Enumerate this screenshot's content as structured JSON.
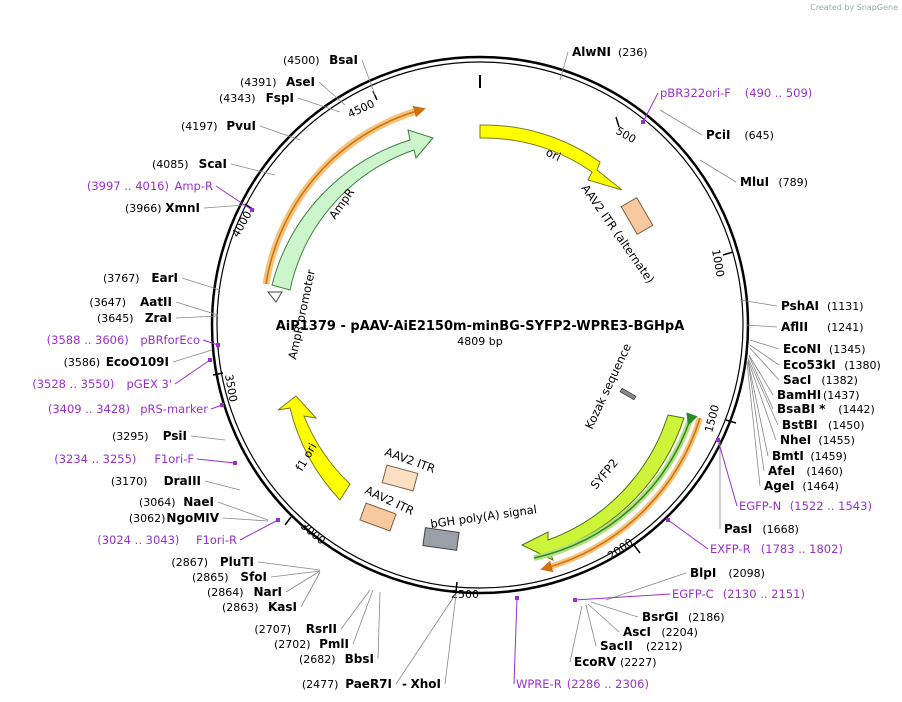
{
  "credit": "Created by SnapGene",
  "plasmid": {
    "name": "AiP1379 - pAAV-AiE2150m-minBG-SYFP2-WPRE3-BGHpA",
    "length": "4809 bp"
  },
  "ticks": [
    "500",
    "1000",
    "1500",
    "2000",
    "2500",
    "3000",
    "3500",
    "4000",
    "4500"
  ],
  "features": {
    "ori": "ori",
    "itr_alt": "AAV2 ITR (alternate)",
    "ampr": "AmpR",
    "amp_promoter": "AmpR promoter",
    "kozak": "Kozak sequence",
    "syfp2": "SYFP2",
    "f1ori": "f1 ori",
    "itr1": "AAV2 ITR",
    "itr2": "AAV2 ITR",
    "bgh": "bGH poly(A) signal"
  },
  "sites_right": [
    {
      "name": "AlwNI",
      "pos": "(236)"
    },
    {
      "name": "PciI",
      "pos": "(645)"
    },
    {
      "name": "MluI",
      "pos": "(789)"
    },
    {
      "name": "PshAI",
      "pos": "(1131)"
    },
    {
      "name": "AflII",
      "pos": "(1241)"
    },
    {
      "name": "EcoNI",
      "pos": "(1345)"
    },
    {
      "name": "Eco53kI",
      "pos": "(1380)"
    },
    {
      "name": "SacI",
      "pos": "(1382)"
    },
    {
      "name": "BamHI",
      "pos": "(1437)"
    },
    {
      "name": "BsaBI *",
      "pos": "(1442)"
    },
    {
      "name": "BstBI",
      "pos": "(1450)"
    },
    {
      "name": "NheI",
      "pos": "(1455)"
    },
    {
      "name": "BmtI",
      "pos": "(1459)"
    },
    {
      "name": "AfeI",
      "pos": "(1460)"
    },
    {
      "name": "AgeI",
      "pos": "(1464)"
    },
    {
      "name": "PasI",
      "pos": "(1668)"
    },
    {
      "name": "BlpI",
      "pos": "(2098)"
    },
    {
      "name": "BsrGI",
      "pos": "(2186)"
    },
    {
      "name": "AscI",
      "pos": "(2204)"
    },
    {
      "name": "SacII",
      "pos": "(2212)"
    },
    {
      "name": "EcoRV",
      "pos": "(2227)"
    }
  ],
  "sites_left": [
    {
      "name": "BsaI",
      "pos": "(4500)"
    },
    {
      "name": "AseI",
      "pos": "(4391)"
    },
    {
      "name": "FspI",
      "pos": "(4343)"
    },
    {
      "name": "PvuI",
      "pos": "(4197)"
    },
    {
      "name": "ScaI",
      "pos": "(4085)"
    },
    {
      "name": "XmnI",
      "pos": "(3966)"
    },
    {
      "name": "EarI",
      "pos": "(3767)"
    },
    {
      "name": "AatII",
      "pos": "(3647)"
    },
    {
      "name": "ZraI",
      "pos": "(3645)"
    },
    {
      "name": "EcoO109I",
      "pos": "(3586)"
    },
    {
      "name": "PsiI",
      "pos": "(3295)"
    },
    {
      "name": "DraIII",
      "pos": "(3170)"
    },
    {
      "name": "NaeI",
      "pos": "(3064)"
    },
    {
      "name": "NgoMIV",
      "pos": "(3062)"
    },
    {
      "name": "PluTI",
      "pos": "(2867)"
    },
    {
      "name": "SfoI",
      "pos": "(2865)"
    },
    {
      "name": "NarI",
      "pos": "(2864)"
    },
    {
      "name": "KasI",
      "pos": "(2863)"
    },
    {
      "name": "RsrII",
      "pos": "(2707)"
    },
    {
      "name": "PmlI",
      "pos": "(2702)"
    },
    {
      "name": "BbsI",
      "pos": "(2682)"
    },
    {
      "name": "PaeR7I",
      "pos": "(2477)"
    },
    {
      "name": "XhoI",
      "pos": ""
    }
  ],
  "primers_right": [
    {
      "name": "pBR322ori-F",
      "range": "(490 .. 509)"
    },
    {
      "name": "EGFP-N",
      "range": "(1522 .. 1543)"
    },
    {
      "name": "EXFP-R",
      "range": "(1783 .. 1802)"
    },
    {
      "name": "EGFP-C",
      "range": "(2130 .. 2151)"
    },
    {
      "name": "WPRE-R",
      "range": "(2286 .. 2306)"
    }
  ],
  "primers_left": [
    {
      "name": "Amp-R",
      "range": "(3997 .. 4016)"
    },
    {
      "name": "pBRforEco",
      "range": "(3588 .. 3606)"
    },
    {
      "name": "pGEX 3'",
      "range": "(3528 .. 3550)"
    },
    {
      "name": "pRS-marker",
      "range": "(3409 .. 3428)"
    },
    {
      "name": "F1ori-F",
      "range": "(3234 .. 3255)"
    },
    {
      "name": "F1ori-R",
      "range": "(3024 .. 3043)"
    }
  ],
  "xho_dash": "-",
  "colors": {
    "ori": "#ffff00",
    "ampr": "#ccf5cc",
    "itr": "#f8c8a0",
    "syfp2": "#ccf53a",
    "f1ori": "#ffff00",
    "bgh": "#9aa0a8",
    "primer": "#9a2fd0",
    "orange_arrow": "#d07010",
    "green_arrow": "#2a8a2a"
  }
}
